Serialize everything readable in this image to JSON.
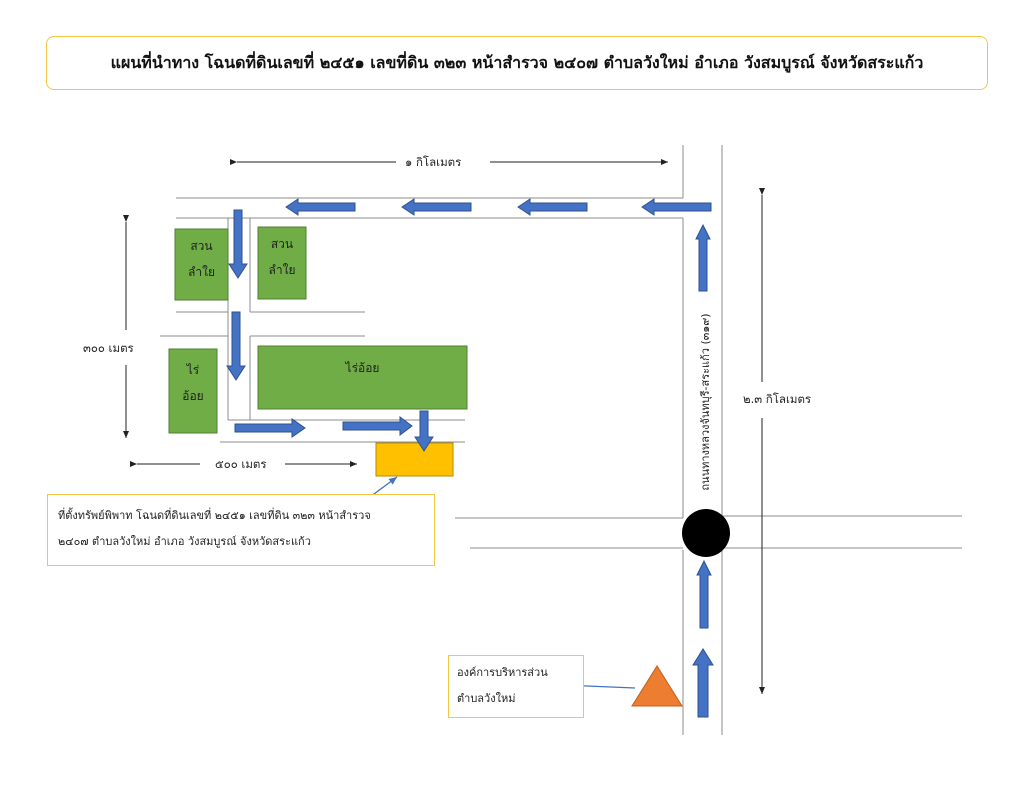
{
  "title": "แผนที่นำทาง โฉนดที่ดินเลขที่ ๒๔๕๑ เลขที่ดิน ๓๒๓ หน้าสำรวจ ๒๔๐๗ ตำบลวังใหม่ อำเภอ วังสมบูรณ์ จังหวัดสระแก้ว",
  "dimensions": {
    "top_distance": "๑ กิโลเมตร",
    "left_distance": "๓๐๐ เมตร",
    "bottom_distance": "๕๐๐ เมตร",
    "right_distance": "๒.๓ กิโลเมตร"
  },
  "road_name": "ถนนทางหลวงจันทบุรี-สระแก้ว (๓๑๙)",
  "plots": {
    "orchard_1": {
      "line1": "สวน",
      "line2": "ลำใย"
    },
    "orchard_2": {
      "line1": "สวน",
      "line2": "ลำใย"
    },
    "cane_small": {
      "line1": "ไร่",
      "line2": "อ้อย"
    },
    "cane_big": {
      "label": "ไร่อ้อย"
    }
  },
  "property_note": {
    "line1": "ที่ตั้งทรัพย์พิพาท โฉนดที่ดินเลขที่ ๒๔๕๑ เลขที่ดิน ๓๒๓ หน้าสำรวจ",
    "line2": "๒๔๐๗ ตำบลวังใหม่ อำเภอ วังสมบูรณ์ จังหวัดสระแก้ว"
  },
  "office_note": {
    "line1": "องค์การบริหารส่วน",
    "line2": "ตำบลวังใหม่"
  },
  "colors": {
    "plot_green": "#70ad47",
    "arrow_blue": "#4472c4",
    "property_orange": "#ffc000",
    "office_triangle": "#ed7d31",
    "box_border": "#f2c744"
  }
}
